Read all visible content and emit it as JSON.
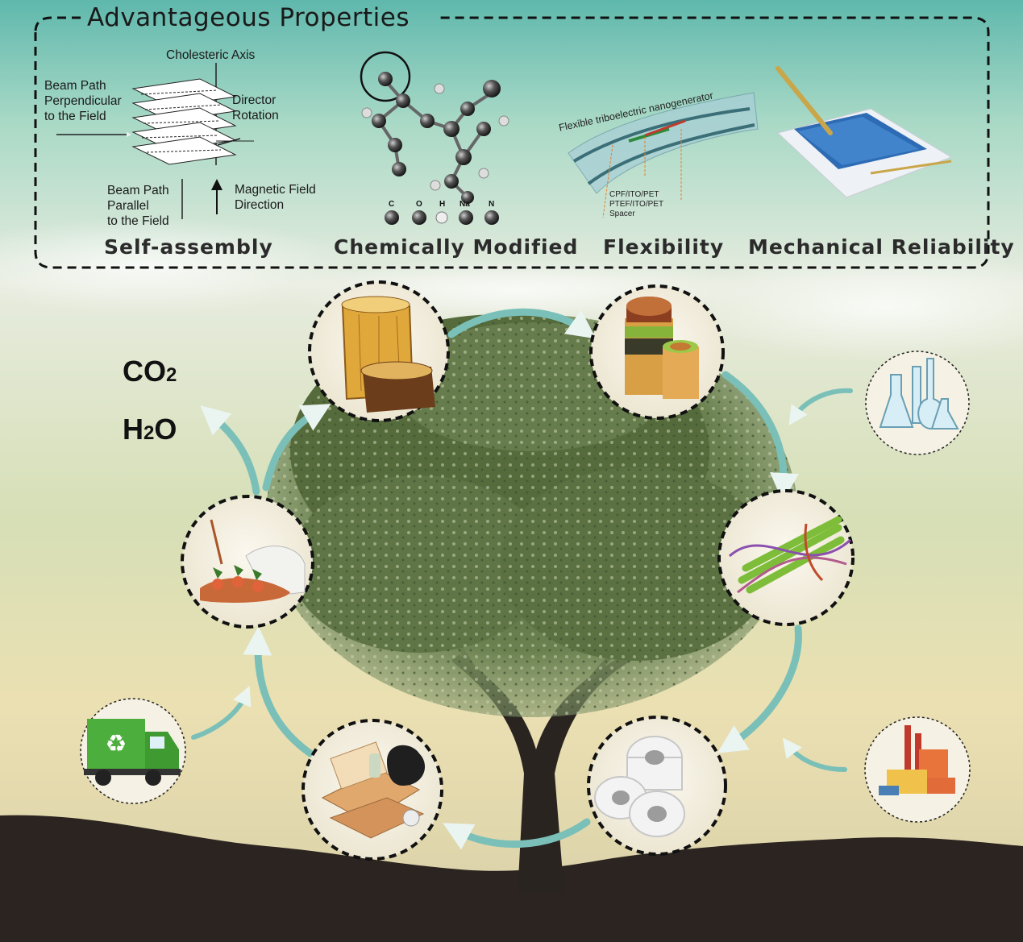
{
  "title": "Advantageous Properties",
  "properties": [
    {
      "label": "Self-assembly"
    },
    {
      "label": "Chemically Modified"
    },
    {
      "label": "Flexibility"
    },
    {
      "label": "Mechanical Reliability"
    }
  ],
  "self_assembly": {
    "cholesteric_axis": "Cholesteric Axis",
    "beam_perpendicular": "Beam Path\nPerpendicular\nto the Field",
    "director_rotation": "Director\nRotation",
    "beam_parallel": "Beam Path\nParallel\nto the Field",
    "magnetic_field": "Magnetic Field\nDirection"
  },
  "chemistry": {
    "atoms": [
      "C",
      "O",
      "H",
      "Na",
      "N"
    ]
  },
  "flexibility": {
    "device_title": "Flexible triboelectric nanogenerator",
    "layer_1": "CPF/ITO/PET",
    "layer_2": "PTEF/ITO/PET",
    "layer_3": "Spacer"
  },
  "products": {
    "co2_main": "CO",
    "co2_sub": "2",
    "h2o_main": "H",
    "h2o_sub": "2",
    "h2o_tail": "O"
  },
  "icons": [
    "wood-log-icon",
    "wood-cylinder-icon",
    "cellulose-fiber-icon",
    "tissue-roll-icon",
    "waste-pile-icon",
    "compost-icon",
    "lab-flask-icon",
    "factory-icon",
    "recycling-truck-icon"
  ],
  "colors": {
    "arrow": "#7ac0b8",
    "sky_top": "#5fb8ad",
    "ground": "#2b2420",
    "foliage": "#5c7440"
  }
}
